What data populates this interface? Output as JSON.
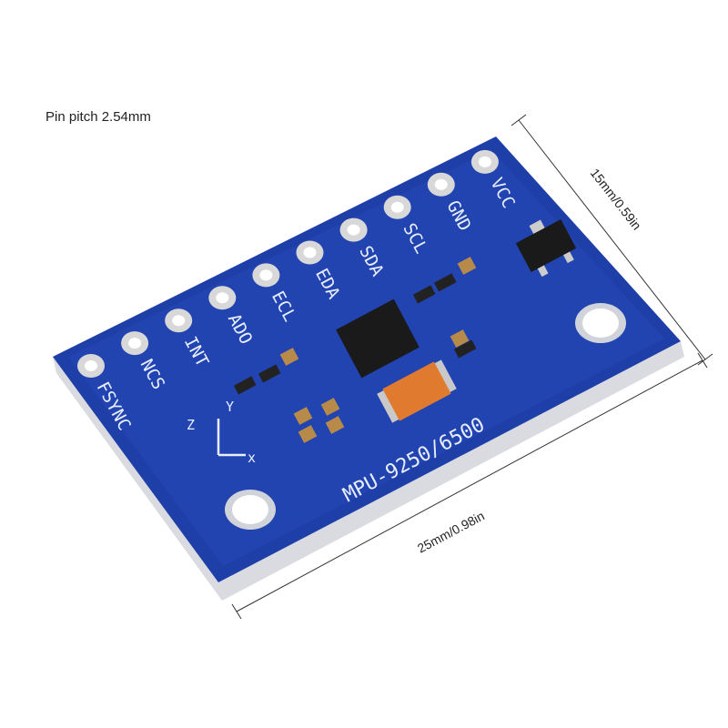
{
  "annotations": {
    "pin_pitch": "Pin pitch 2.54mm",
    "width": "15mm/0.59in",
    "length": "25mm/0.98in"
  },
  "board": {
    "model": "MPU-9250/6500",
    "pins": [
      "FSYNC",
      "NCS",
      "INT",
      "ADO",
      "ECL",
      "EDA",
      "SDA",
      "SCL",
      "GND",
      "VCC"
    ],
    "axis_labels": {
      "x": "x",
      "y": "Y",
      "z": "Z"
    },
    "colors": {
      "pcb": "#1f3fa8",
      "pad": "#d8d8d8",
      "capacitor": "#e07a2e",
      "chip": "#1a1a1a"
    }
  }
}
